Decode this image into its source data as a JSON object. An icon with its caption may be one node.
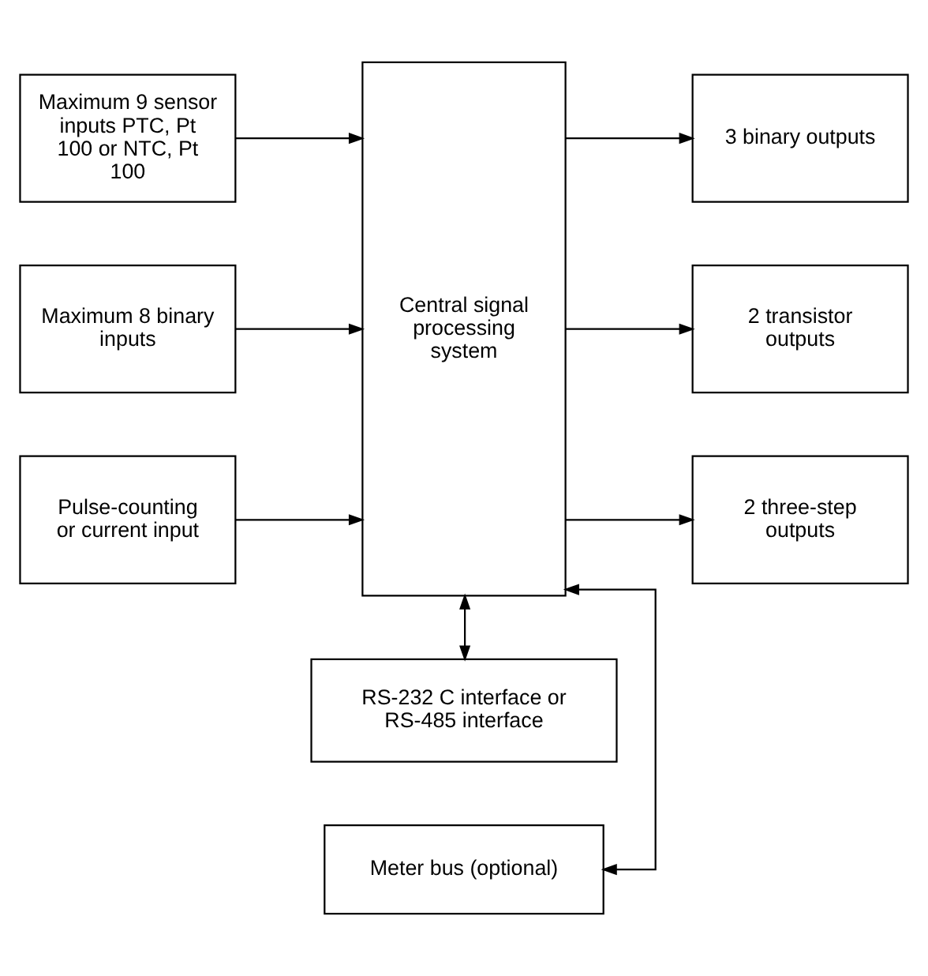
{
  "diagram": {
    "nodes": [
      {
        "text": [
          "Maximum 9 sensor inputs PTC, Pt 100 or NTC, Pt 100"
        ]
      },
      {
        "text": [
          "Maximum 8 binary inputs"
        ]
      },
      {
        "text": [
          "Pulse-counting or current input"
        ]
      },
      {
        "text": [
          "Central signal processing system"
        ]
      },
      {
        "text": [
          "3 binary outputs"
        ]
      },
      {
        "text": [
          "2 transistor outputs"
        ]
      },
      {
        "text": [
          "2 three-step outputs"
        ]
      },
      {
        "text": [
          "Meter bus (optional)"
        ]
      },
      {
        "text": [
          "RS-232 C interface or RS-485 interface"
        ]
      }
    ],
    "edges": [
      {
        "from": 0,
        "to": 3,
        "arrow": "to"
      },
      {
        "from": 1,
        "to": 3,
        "arrow": "to"
      },
      {
        "from": 2,
        "to": 3,
        "arrow": "to"
      },
      {
        "from": 3,
        "to": 4,
        "arrow": "to"
      },
      {
        "from": 3,
        "to": 5,
        "arrow": "to"
      },
      {
        "from": 3,
        "to": 6,
        "arrow": "to"
      },
      {
        "from": 3,
        "to": 7,
        "arrow": "both"
      },
      {
        "from": 3,
        "to": 8,
        "arrow": "both"
      }
    ]
  }
}
